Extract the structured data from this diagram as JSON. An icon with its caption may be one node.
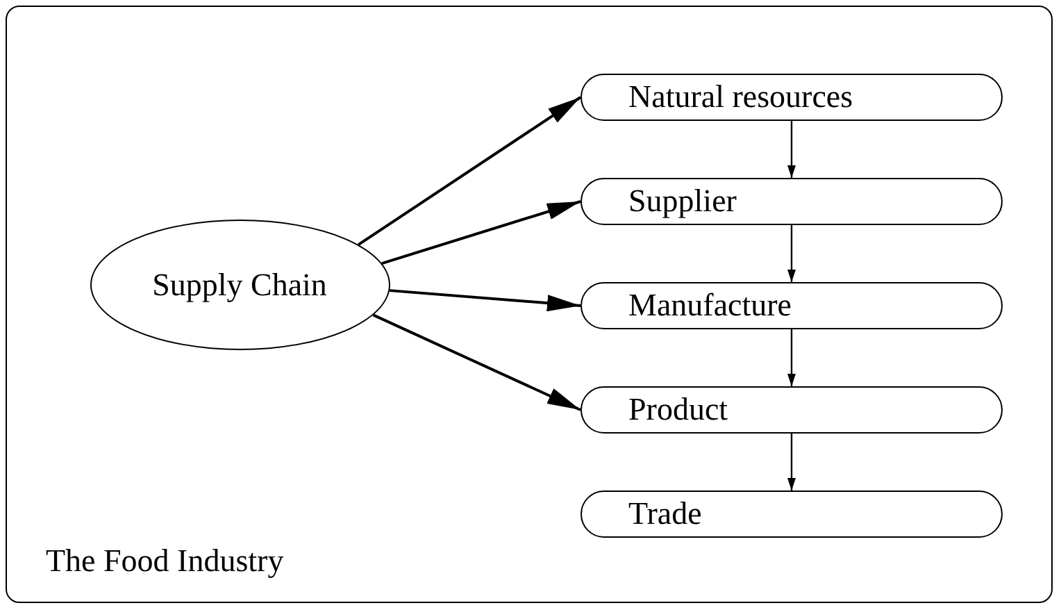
{
  "diagram": {
    "nodes": [
      {
        "text": [
          "The Food Industry"
        ]
      },
      {
        "text": [
          "Supply Chain"
        ],
        "in": 0
      },
      {
        "text": [
          "Natural resources"
        ],
        "in": 0
      },
      {
        "text": [
          "Supplier"
        ],
        "in": 0
      },
      {
        "text": [
          "Manufacture"
        ],
        "in": 0
      },
      {
        "text": [
          "Product"
        ],
        "in": 0
      },
      {
        "text": [
          "Trade"
        ],
        "in": 0
      }
    ],
    "edges": [
      {
        "from": 1,
        "to": 2,
        "arrow": "to"
      },
      {
        "from": 1,
        "to": 3,
        "arrow": "to"
      },
      {
        "from": 1,
        "to": 4,
        "arrow": "to"
      },
      {
        "from": 1,
        "to": 5,
        "arrow": "to"
      },
      {
        "from": 2,
        "to": 3,
        "arrow": "to"
      },
      {
        "from": 3,
        "to": 4,
        "arrow": "to"
      },
      {
        "from": 4,
        "to": 5,
        "arrow": "to"
      },
      {
        "from": 5,
        "to": 6,
        "arrow": "to"
      }
    ]
  }
}
